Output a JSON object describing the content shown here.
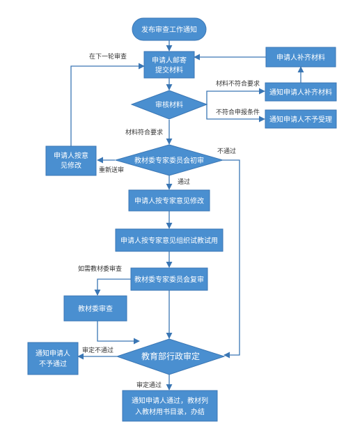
{
  "nodes": {
    "start": "发布审查工作通知",
    "submit_line1": "申请人邮寄",
    "submit_line2": "提交材料",
    "review": "审核材料",
    "supplement": "申请人补齐材料",
    "notify_supplement": "通知申请人补齐材料",
    "notify_reject": "通知申请人不予受理",
    "initial_review": "教材委专家委员会初审",
    "revise_left_line1": "申请人按意",
    "revise_left_line2": "见修改",
    "revise_expert": "申请人按专家意见修改",
    "trial_teaching": "申请人按专家意见组织试教试用",
    "second_review": "教材委专家委员会复审",
    "committee_review": "教材委审查",
    "ministry_review": "教育部行政审定",
    "notify_fail_line1": "通知申请人",
    "notify_fail_line2": "不予通过",
    "final_line1": "通知申请人通过，教材列",
    "final_line2": "入教材用书目录，办结"
  },
  "labels": {
    "next_round": "在下一轮审查",
    "not_meet": "材料不符合要求",
    "not_eligible": "不符合申报条件",
    "meets": "材料符合要求",
    "not_pass": "不通过",
    "resubmit": "重新送审",
    "pass": "通过",
    "if_committee": "如需教材委审查",
    "review_fail": "审定不通过",
    "review_pass": "审定通过"
  },
  "colors": {
    "node_fill": "#4a8fd0",
    "line": "#3a76b4"
  }
}
